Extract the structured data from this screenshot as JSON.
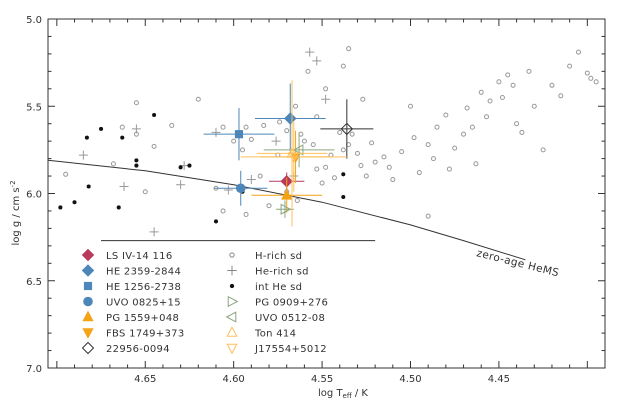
{
  "chart_data": {
    "type": "scatter",
    "title": "",
    "xlabel": "log T_eff / K",
    "ylabel": "log g / cm s^-2",
    "x_reversed": true,
    "xlim": [
      4.705,
      4.39
    ],
    "ylim": [
      7.0,
      5.0
    ],
    "x_ticks": [
      4.65,
      4.6,
      4.55,
      4.5,
      4.45
    ],
    "x_tick_labels": [
      "4.65",
      "4.60",
      "4.55",
      "4.50",
      "4.45"
    ],
    "y_ticks": [
      5.0,
      5.5,
      6.0,
      6.5,
      7.0
    ],
    "y_tick_labels": [
      "5.0",
      "5.5",
      "6.0",
      "6.5",
      "7.0"
    ],
    "grid": false,
    "annotation": "zero-age HeMS",
    "zams_line": [
      [
        4.705,
        5.81
      ],
      [
        4.65,
        5.87
      ],
      [
        4.6,
        5.95
      ],
      [
        4.55,
        6.05
      ],
      [
        4.5,
        6.18
      ],
      [
        4.47,
        6.27
      ],
      [
        4.435,
        6.38
      ]
    ],
    "reference_line": {
      "x": [
        4.675,
        4.52
      ],
      "y": 6.27
    },
    "background_samples": [
      {
        "name": "H-rich sd",
        "marker": "open-circle",
        "color": "#999999",
        "points": [
          [
            4.695,
            5.89
          ],
          [
            4.668,
            5.83
          ],
          [
            4.663,
            5.62
          ],
          [
            4.655,
            5.66
          ],
          [
            4.645,
            5.73
          ],
          [
            4.635,
            5.61
          ],
          [
            4.62,
            5.46
          ],
          [
            4.606,
            5.62
          ],
          [
            4.6,
            5.7
          ],
          [
            4.595,
            5.75
          ],
          [
            4.59,
            5.69
          ],
          [
            4.585,
            5.9
          ],
          [
            4.575,
            5.78
          ],
          [
            4.57,
            5.64
          ],
          [
            4.565,
            5.5
          ],
          [
            4.562,
            5.66
          ],
          [
            4.56,
            5.7
          ],
          [
            4.555,
            5.72
          ],
          [
            4.553,
            5.86
          ],
          [
            4.548,
            5.85
          ],
          [
            4.545,
            5.78
          ],
          [
            4.543,
            5.91
          ],
          [
            4.54,
            5.65
          ],
          [
            4.538,
            5.75
          ],
          [
            4.535,
            5.72
          ],
          [
            4.533,
            5.66
          ],
          [
            4.53,
            5.77
          ],
          [
            4.528,
            5.84
          ],
          [
            4.525,
            5.9
          ],
          [
            4.522,
            5.71
          ],
          [
            4.52,
            5.82
          ],
          [
            4.515,
            5.79
          ],
          [
            4.512,
            5.85
          ],
          [
            4.51,
            5.92
          ],
          [
            4.505,
            5.76
          ],
          [
            4.5,
            5.5
          ],
          [
            4.498,
            5.68
          ],
          [
            4.495,
            5.88
          ],
          [
            4.49,
            5.72
          ],
          [
            4.487,
            5.8
          ],
          [
            4.485,
            5.62
          ],
          [
            4.48,
            5.55
          ],
          [
            4.478,
            5.86
          ],
          [
            4.475,
            5.74
          ],
          [
            4.47,
            5.66
          ],
          [
            4.468,
            5.51
          ],
          [
            4.465,
            5.62
          ],
          [
            4.463,
            5.83
          ],
          [
            4.46,
            5.42
          ],
          [
            4.457,
            5.56
          ],
          [
            4.455,
            5.47
          ],
          [
            4.45,
            5.36
          ],
          [
            4.448,
            5.45
          ],
          [
            4.445,
            5.32
          ],
          [
            4.442,
            5.38
          ],
          [
            4.44,
            5.6
          ],
          [
            4.437,
            5.65
          ],
          [
            4.433,
            5.3
          ],
          [
            4.43,
            5.5
          ],
          [
            4.425,
            5.75
          ],
          [
            4.42,
            5.38
          ],
          [
            4.415,
            5.44
          ],
          [
            4.41,
            5.27
          ],
          [
            4.405,
            5.19
          ],
          [
            4.4,
            5.31
          ],
          [
            4.398,
            5.34
          ],
          [
            4.395,
            5.36
          ],
          [
            4.49,
            6.13
          ],
          [
            4.583,
            5.61
          ],
          [
            4.593,
            5.62
          ],
          [
            4.574,
            5.59
          ],
          [
            4.553,
            5.56
          ],
          [
            4.548,
            5.4
          ],
          [
            4.538,
            5.27
          ],
          [
            4.535,
            5.17
          ],
          [
            4.527,
            5.46
          ],
          [
            4.558,
            5.3
          ],
          [
            4.655,
            5.48
          ],
          [
            4.65,
            5.99
          ],
          [
            4.61,
            5.97
          ],
          [
            4.57,
            5.99
          ],
          [
            4.564,
            6.04
          ],
          [
            4.55,
            5.94
          ],
          [
            4.58,
            6.07
          ],
          [
            4.593,
            6.12
          ],
          [
            4.606,
            6.1
          ]
        ]
      },
      {
        "name": "He-rich sd",
        "marker": "plus",
        "color": "#999999",
        "points": [
          [
            4.685,
            5.78
          ],
          [
            4.655,
            5.63
          ],
          [
            4.645,
            6.22
          ],
          [
            4.628,
            5.84
          ],
          [
            4.61,
            5.65
          ],
          [
            4.603,
            5.98
          ],
          [
            4.59,
            5.92
          ],
          [
            4.576,
            5.7
          ],
          [
            4.566,
            5.9
          ],
          [
            4.557,
            5.19
          ],
          [
            4.553,
            5.24
          ],
          [
            4.548,
            5.46
          ],
          [
            4.63,
            5.95
          ],
          [
            4.662,
            5.96
          ]
        ]
      },
      {
        "name": "int He sd",
        "marker": "filled-dot",
        "color": "#111111",
        "points": [
          [
            4.698,
            6.08
          ],
          [
            4.69,
            6.05
          ],
          [
            4.683,
            5.68
          ],
          [
            4.682,
            5.96
          ],
          [
            4.675,
            5.63
          ],
          [
            4.665,
            6.08
          ],
          [
            4.663,
            5.68
          ],
          [
            4.655,
            5.81
          ],
          [
            4.655,
            5.84
          ],
          [
            4.645,
            5.55
          ],
          [
            4.63,
            5.85
          ],
          [
            4.625,
            5.84
          ],
          [
            4.61,
            6.16
          ],
          [
            4.595,
            5.99
          ],
          [
            4.538,
            5.89
          ],
          [
            4.538,
            6.02
          ]
        ]
      }
    ],
    "series": [
      {
        "name": "LS IV-14 116",
        "marker": "filled-diamond",
        "color": "#b83a5c",
        "x": 4.57,
        "y": 5.93,
        "xerr": 0.01,
        "yerr": 0.05
      },
      {
        "name": "HE 2359-2844",
        "marker": "filled-diamond",
        "color": "#4d86b8",
        "x": 4.568,
        "y": 5.57,
        "xerr": 0.02,
        "yerr": 0.2
      },
      {
        "name": "HE 1256-2738",
        "marker": "filled-square",
        "color": "#4d86b8",
        "x": 4.597,
        "y": 5.66,
        "xerr": 0.02,
        "yerr": 0.15
      },
      {
        "name": "UVO 0825+15",
        "marker": "filled-circle",
        "color": "#4d86b8",
        "x": 4.596,
        "y": 5.97,
        "xerr": 0.015,
        "yerr": 0.1
      },
      {
        "name": "PG 1559+048",
        "marker": "filled-triangle-up",
        "color": "#f5a316",
        "x": 4.57,
        "y": 6.01,
        "xerr": 0.02,
        "yerr": 0.1
      },
      {
        "name": "FBS 1749+373",
        "marker": "filled-triangle-down",
        "color": "#f5a316",
        "x": 4.565,
        "y": 5.79,
        "xerr": 0.02,
        "yerr": 0.15
      },
      {
        "name": "22956-0094",
        "marker": "open-diamond",
        "color": "#333333",
        "x": 4.536,
        "y": 5.63,
        "xerr": 0.015,
        "yerr": 0.17
      },
      {
        "name": "PG 0909+276",
        "marker": "open-triangle-right",
        "color": "#8aa67f",
        "x": 4.571,
        "y": 6.09,
        "xerr": 0.005,
        "yerr": 0.05
      },
      {
        "name": "UVO 0512-08",
        "marker": "open-triangle-left",
        "color": "#8aa67f",
        "x": 4.563,
        "y": 5.75,
        "xerr": 0.02,
        "yerr": 0.1
      },
      {
        "name": "Ton 414",
        "marker": "open-triangle-up",
        "color": "#ffbf5a",
        "x": 4.567,
        "y": 5.77,
        "xerr": 0.02,
        "yerr": 0.42
      },
      {
        "name": "J17554+5012",
        "marker": "open-triangle-down",
        "color": "#ffbf5a",
        "x": 4.566,
        "y": 5.79,
        "xerr": 0.03,
        "yerr": 0.2
      }
    ],
    "legend": {
      "placement": "lower-left",
      "col1": [
        {
          "label": "LS IV-14 116",
          "marker": "filled-diamond",
          "color": "#b83a5c"
        },
        {
          "label": "HE 2359-2844",
          "marker": "filled-diamond",
          "color": "#4d86b8"
        },
        {
          "label": "HE 1256-2738",
          "marker": "filled-square",
          "color": "#4d86b8"
        },
        {
          "label": "UVO 0825+15",
          "marker": "filled-circle",
          "color": "#4d86b8"
        },
        {
          "label": "PG 1559+048",
          "marker": "filled-triangle-up",
          "color": "#f5a316"
        },
        {
          "label": "FBS 1749+373",
          "marker": "filled-triangle-down",
          "color": "#f5a316"
        },
        {
          "label": "22956-0094",
          "marker": "open-diamond",
          "color": "#333333"
        }
      ],
      "col2": [
        {
          "label": "H-rich sd",
          "marker": "open-circle",
          "color": "#888888"
        },
        {
          "label": "He-rich sd",
          "marker": "plus",
          "color": "#888888"
        },
        {
          "label": "int He sd",
          "marker": "filled-dot",
          "color": "#111111"
        },
        {
          "label": "PG 0909+276",
          "marker": "open-triangle-right",
          "color": "#8aa67f"
        },
        {
          "label": "UVO 0512-08",
          "marker": "open-triangle-left",
          "color": "#8aa67f"
        },
        {
          "label": "Ton 414",
          "marker": "open-triangle-up",
          "color": "#ffbf5a"
        },
        {
          "label": "J17554+5012",
          "marker": "open-triangle-down",
          "color": "#ffbf5a"
        }
      ]
    }
  }
}
